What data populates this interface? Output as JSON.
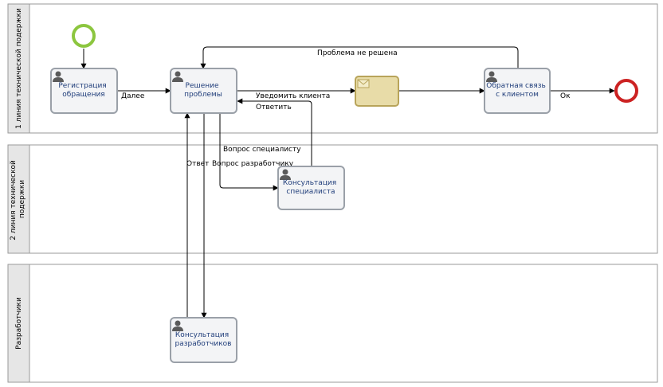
{
  "lanes": [
    {
      "label": "1 линия технической подержки"
    },
    {
      "label": "2 линия технической подержки"
    },
    {
      "label": "Разработчики"
    }
  ],
  "tasks": {
    "registration": {
      "line1": "Регистрация",
      "line2": "обращения"
    },
    "solution": {
      "line1": "Решение",
      "line2": "проблемы"
    },
    "feedback": {
      "line1": "Обратная связь",
      "line2": "с клиентом"
    },
    "specialist": {
      "line1": "Консультация",
      "line2": "специалиста"
    },
    "developers": {
      "line1": "Консультация",
      "line2": "разработчиков"
    }
  },
  "flows": {
    "next": "Далее",
    "notify": "Уведомить клиента",
    "reply": "Ответить",
    "ok": "Ок",
    "unsolved": "Проблема не решена",
    "ask_specialist": "Вопрос специалисту",
    "dev_answer": "Ответ",
    "ask_developer": "Вопрос разработчику"
  },
  "colors": {
    "start_event": "#8cc63f",
    "end_event": "#cc2222",
    "message_event_fill": "#e8dca8",
    "message_event_stroke": "#b8a45a"
  }
}
